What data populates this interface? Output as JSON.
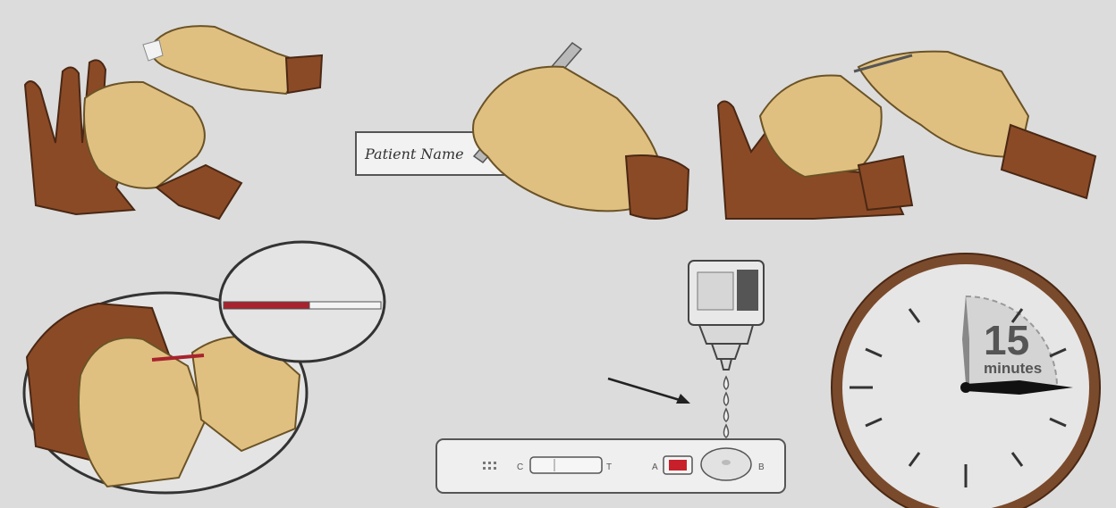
{
  "colors": {
    "background": "#dcdcdc",
    "glove": "#e0c081",
    "skin": "#8b4a26",
    "blood": "#a8232d",
    "clock_rim": "#7a4a2c"
  },
  "panels": [
    {
      "icon": "glove-putting-on-icon"
    },
    {
      "icon": "writing-patient-name-icon"
    },
    {
      "icon": "finger-prick-icon"
    },
    {
      "icon": "blood-collection-tube-icon"
    },
    {
      "icon": "buffer-drop-test-cassette-icon"
    },
    {
      "icon": "timer-clock-icon"
    }
  ],
  "label_text": "Patient Name",
  "cassette": {
    "marker_c": "C",
    "marker_t": "T",
    "marker_a": "A",
    "marker_b": "B"
  },
  "timer": {
    "number": "15",
    "unit": "minutes"
  }
}
